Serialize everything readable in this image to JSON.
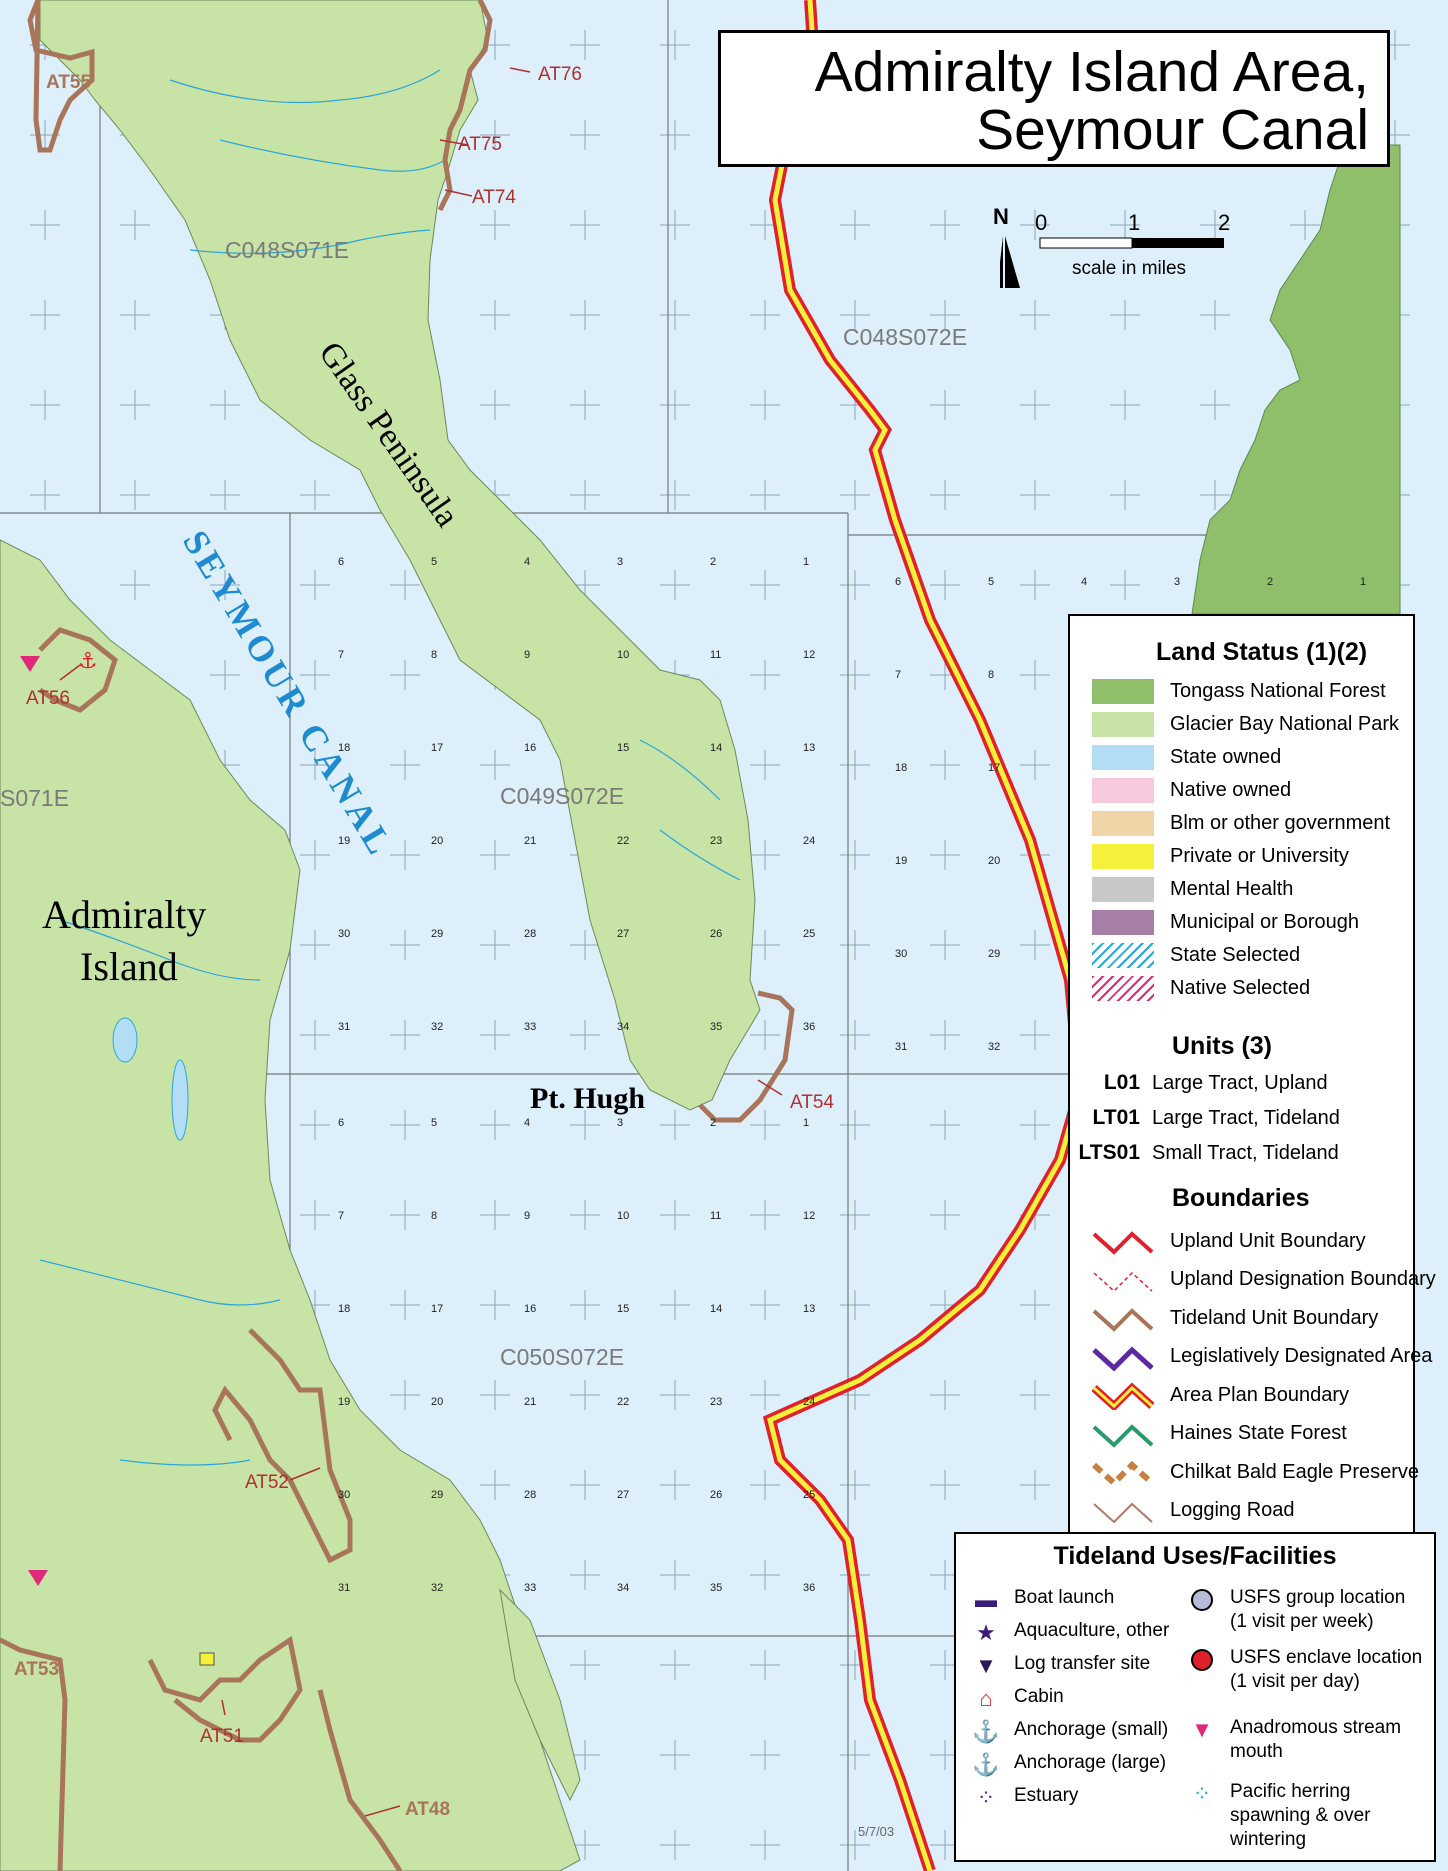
{
  "title": {
    "line1": "Admiralty Island Area,",
    "line2": "Seymour Canal"
  },
  "scale": {
    "north": "N",
    "ticks": [
      "0",
      "1",
      "2"
    ],
    "caption": "scale in miles"
  },
  "places": {
    "glass_peninsula": "Glass Peninsula",
    "seymour_canal": "SEYMOUR CANAL",
    "admiralty_line1": "Admiralty",
    "admiralty_line2": "Island",
    "pt_hugh": "Pt. Hugh"
  },
  "townships": [
    "C048S071E",
    "C048S072E",
    "C049S072E",
    "C050S072E",
    "S071E"
  ],
  "units": [
    "AT55",
    "AT76",
    "AT75",
    "AT74",
    "AT56",
    "AT54",
    "AT52",
    "AT53",
    "AT51",
    "AT48"
  ],
  "land_status": {
    "title": "Land Status (1)(2)",
    "items": [
      {
        "label": "Tongass National Forest",
        "color": "#8fbf6a"
      },
      {
        "label": "Glacier Bay National Park",
        "color": "#c8e3a6"
      },
      {
        "label": "State owned",
        "color": "#b3dcf5"
      },
      {
        "label": "Native owned",
        "color": "#f8c8dc"
      },
      {
        "label": "Blm or other government",
        "color": "#f0d5a8"
      },
      {
        "label": "Private or University",
        "color": "#f5f03a"
      },
      {
        "label": "Mental Health",
        "color": "#c8c8c8"
      },
      {
        "label": "Municipal or Borough",
        "color": "#a57fa6"
      },
      {
        "label": "State Selected",
        "color": "#2aa6d8"
      },
      {
        "label": "Native Selected",
        "color": "#e0287a"
      }
    ]
  },
  "units_legend": {
    "title": "Units (3)",
    "items": [
      {
        "code": "L01",
        "label": "Large Tract, Upland"
      },
      {
        "code": "LT01",
        "label": "Large Tract, Tideland"
      },
      {
        "code": "LTS01",
        "label": "Small Tract, Tideland"
      }
    ]
  },
  "boundaries": {
    "title": "Boundaries",
    "items": [
      {
        "label": "Upland Unit Boundary",
        "color": "#e0202a"
      },
      {
        "label": "Upland Designation Boundary",
        "color": "#e0202a"
      },
      {
        "label": "Tideland Unit Boundary",
        "color": "#a8755a"
      },
      {
        "label": "Legislatively Designated Area",
        "color": "#5b2aa0"
      },
      {
        "label": "Area Plan Boundary",
        "color": "#e0202a"
      },
      {
        "label": "Haines State Forest",
        "color": "#2a9a6a"
      },
      {
        "label": "Chilkat Bald Eagle Preserve",
        "color": "#c88040"
      },
      {
        "label": "Logging Road",
        "color": "#b0786a"
      }
    ]
  },
  "facilities": {
    "title": "Tideland Uses/Facilities",
    "left": [
      {
        "label": "Boat launch",
        "icon": "boat-launch-icon",
        "glyph": "▬",
        "color": "#3a1a7a"
      },
      {
        "label": "Aquaculture, other",
        "icon": "star-icon",
        "glyph": "★",
        "color": "#3a1a7a"
      },
      {
        "label": "Log transfer site",
        "icon": "triangle-down-icon",
        "glyph": "▼",
        "color": "#2a1a5a"
      },
      {
        "label": "Cabin",
        "icon": "cabin-icon",
        "glyph": "⌂",
        "color": "#e0202a"
      },
      {
        "label": "Anchorage (small)",
        "icon": "anchor-icon",
        "glyph": "⚓",
        "color": "#5b2aa0"
      },
      {
        "label": "Anchorage (large)",
        "icon": "anchor-icon",
        "glyph": "⚓",
        "color": "#e0202a"
      },
      {
        "label": "Estuary",
        "icon": "estuary-icon",
        "glyph": "⁘",
        "color": "#5b2aa0"
      }
    ],
    "right": [
      {
        "label": "USFS group location",
        "label2": "(1 visit per week)",
        "icon": "circle-icon",
        "color": "#b8b8d8"
      },
      {
        "label": "USFS enclave location",
        "label2": "(1 visit per day)",
        "icon": "circle-icon",
        "color": "#e0202a"
      },
      {
        "label": "Anadromous stream",
        "label2": "mouth",
        "icon": "triangle-down-icon",
        "color": "#e0287a"
      },
      {
        "label": "Pacific herring",
        "label2": "spawning & over",
        "label3": "wintering",
        "icon": "herring-icon",
        "color": "#2ab0c8"
      }
    ]
  },
  "datestamp": "5/7/03",
  "section_numbers": [
    "12",
    "7",
    "18",
    "17",
    "16",
    "15",
    "14",
    "13",
    "19",
    "20",
    "21",
    "22",
    "23",
    "24",
    "30",
    "29",
    "28",
    "27",
    "26",
    "25",
    "31",
    "32",
    "33",
    "34",
    "35",
    "36",
    "6",
    "5",
    "4",
    "3",
    "2",
    "1",
    "8",
    "9",
    "10",
    "11"
  ]
}
